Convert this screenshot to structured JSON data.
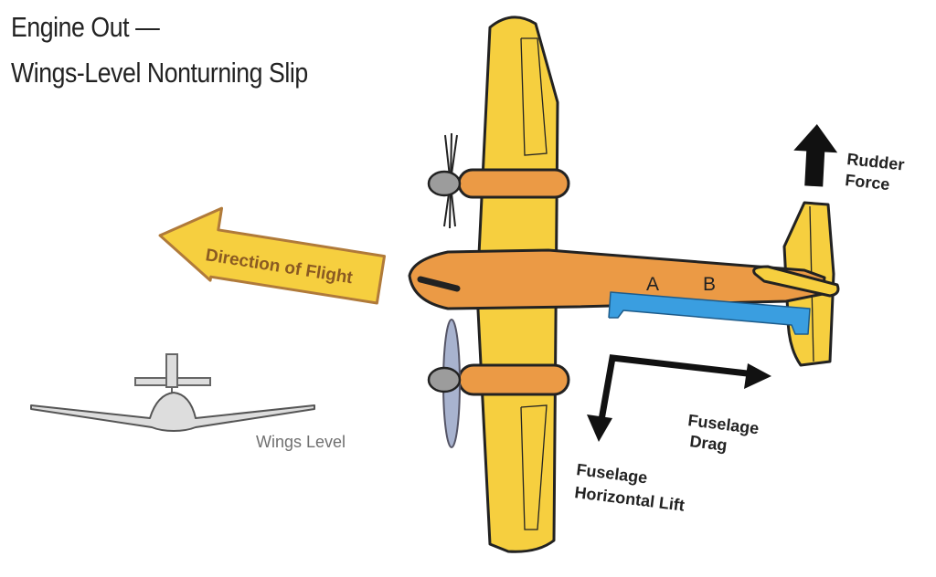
{
  "title": {
    "line1": "Engine Out —",
    "line2": "Wings-Level Nonturning Slip"
  },
  "labels": {
    "direction_of_flight": "Direction of Flight",
    "rudder_force_line1": "Rudder",
    "rudder_force_line2": "Force",
    "fuselage_drag_line1": "Fuselage",
    "fuselage_drag_line2": "Drag",
    "fuselage_lift_line1": "Fuselage",
    "fuselage_lift_line2": "Horizontal Lift",
    "wings_level": "Wings Level",
    "point_a": "A",
    "point_b": "B"
  },
  "colors": {
    "wing": "#f6cf3f",
    "fuselage": "#eb9a45",
    "outline": "#222222",
    "flight_arrow_fill": "#f6cf3f",
    "flight_arrow_stroke": "#b07a3a",
    "reference_bar": "#3a9ee0",
    "front_view_plane": "#dddddd",
    "propeller_disc": "#a8b3cf"
  }
}
